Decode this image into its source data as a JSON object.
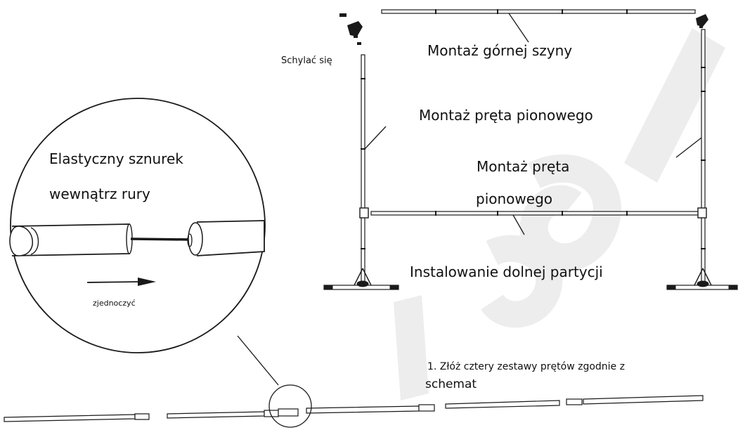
{
  "labels": {
    "bend": "Schylać się",
    "top_rail": "Montaż górnej szyny",
    "vertical_rod": "Montaż pręta pionowego",
    "vertical_rod_2_line1": "Montaż pręta",
    "vertical_rod_2_line2": "pionowego",
    "bottom_partition": "Instalowanie dolnej partycji",
    "elastic_cord_line1": "Elastyczny sznurek",
    "elastic_cord_line2": "wewnątrz rury",
    "unite": "zjednoczyć",
    "step1_line1": "1. Złóż cztery zestawy prętów zgodnie z",
    "step1_line2": "schemat"
  },
  "colors": {
    "line": "#1a1a1a",
    "watermark": "#ececec"
  },
  "icons": {
    "left_corner": "corner-bracket-icon",
    "right_corner": "corner-bracket-icon",
    "direction": "arrow-right-icon"
  }
}
